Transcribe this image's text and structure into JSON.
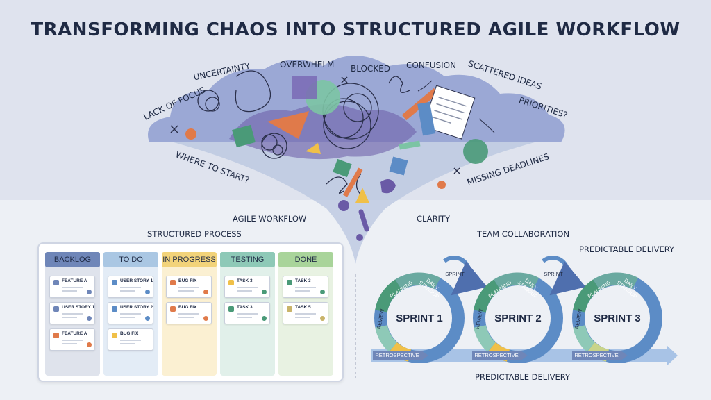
{
  "title": "TRANSFORMING CHAOS INTO STRUCTURED AGILE WORKFLOW",
  "chaos_labels": {
    "uncertainty": "UNCERTAINTY",
    "overwhelm": "OVERWHELM",
    "blocked": "BLOCKED",
    "confusion": "CONFUSION",
    "scattered": "SCATTERED IDEAS",
    "lack_focus": "LACK OF FOCUS",
    "priorities": "PRIORITIES?",
    "where_start": "WHERE TO START?",
    "missing_deadlines": "MISSING DEADLINES"
  },
  "section_labels": {
    "agile_workflow": "AGILE WORKFLOW",
    "structured_process": "STRUCTURED PROCESS",
    "clarity": "CLARITY",
    "team_collaboration": "TEAM COLLABORATION",
    "predictable_delivery_top": "PREDICTABLE DELIVERY",
    "predictable_delivery_bottom": "PREDICTABLE DELIVERY"
  },
  "board": {
    "columns": [
      {
        "name": "BACKLOG",
        "cards": [
          "FEATURE A",
          "USER STORY 1",
          "FEATURE A"
        ]
      },
      {
        "name": "TO DO",
        "cards": [
          "USER STORY 1",
          "USER STORY 2",
          "BUG FIX"
        ]
      },
      {
        "name": "IN PROGRESS",
        "cards": [
          "BUG FIX",
          "BUG FIX"
        ]
      },
      {
        "name": "TESTING",
        "cards": [
          "TASK 3",
          "TASK 3"
        ]
      },
      {
        "name": "DONE",
        "cards": [
          "TASK 3",
          "TASK 5"
        ]
      }
    ],
    "colors": {
      "backlog": "#6f86b8",
      "todo": "#aac7e3",
      "in_progress": "#f2d37a",
      "testing": "#8ec9b7",
      "done": "#a9d49a"
    }
  },
  "sprints": [
    {
      "title": "SPRINT 1",
      "loop_label": "SPRINT",
      "planning": "PLANNING",
      "standup": "DAILY STANDUP",
      "review": "REVIEW",
      "retro": "RETROSPECTIVE"
    },
    {
      "title": "SPRINT 2",
      "loop_label": "SPRINT",
      "planning": "PLANNING",
      "standup": "DAILY STANDUP",
      "review": "REVIEW",
      "retro": "RETROSPECTIVE"
    },
    {
      "title": "SPRINT 3",
      "loop_label": "",
      "planning": "PLANNING",
      "standup": "DAILY STANDUP",
      "review": "REVIEW",
      "retro": "RETROSPECTIVE"
    }
  ]
}
